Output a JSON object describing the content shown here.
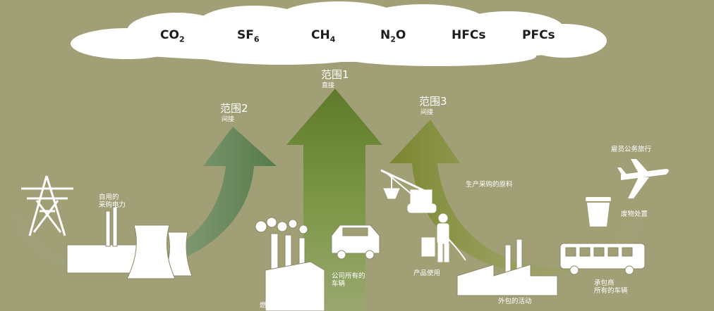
{
  "gases": [
    {
      "main": "CO",
      "sub": "2"
    },
    {
      "main": "SF",
      "sub": "6"
    },
    {
      "main": "CH",
      "sub": "4"
    },
    {
      "main": "N",
      "sub": "2",
      "tail": "O"
    },
    {
      "main": "HFCs",
      "sub": ""
    },
    {
      "main": "PFCs",
      "sub": ""
    }
  ],
  "scopes": {
    "scope1": {
      "title": "范围1",
      "subtitle": "直接"
    },
    "scope2": {
      "title": "范围2",
      "subtitle": "间接"
    },
    "scope3": {
      "title": "范围3",
      "subtitle": "间接"
    }
  },
  "labels": {
    "purchased_electricity": [
      "自用的",
      "采购电力"
    ],
    "fuel_combustion": "燃料燃烧",
    "company_vehicles": [
      "公司所有的",
      "车辆"
    ],
    "purchased_materials": "生产采购的原料",
    "product_use": "产品使用",
    "outsourced_activities": "外包的活动",
    "employee_travel": "雇员公务旅行",
    "waste_disposal": "废物处置",
    "contractor_vehicles": [
      "承包商",
      "所有的车辆"
    ]
  },
  "colors": {
    "background": "#a19f76",
    "cloud": "#ffffff",
    "scope1_arrow": "#6f8a3a",
    "scope2_arrow": "#5e7e4c",
    "scope3_arrow": "#7f8a38",
    "icons": "#ffffff"
  },
  "icons": [
    "transmission-tower-icon",
    "cooling-tower-icon",
    "factory-icon",
    "car-icon",
    "crane-icon",
    "worker-icon",
    "outsourcing-factory-icon",
    "airplane-icon",
    "trash-bin-icon",
    "bus-icon"
  ]
}
